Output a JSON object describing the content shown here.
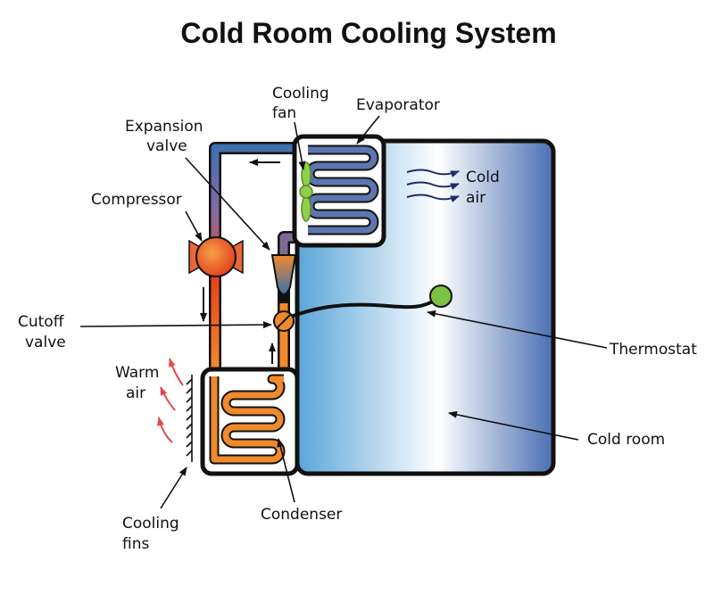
{
  "title": "Cold Room Cooling System",
  "labels": {
    "cooling_fan": [
      "Cooling",
      "fan"
    ],
    "evaporator": "Evaporator",
    "expansion_valve": [
      "Expansion",
      "valve"
    ],
    "compressor": "Compressor",
    "cold_air": [
      "Cold",
      "air"
    ],
    "cutoff_valve": [
      "Cutoff",
      "valve"
    ],
    "thermostat": "Thermostat",
    "warm_air": [
      "Warm",
      "air"
    ],
    "cold_room": "Cold room",
    "cooling_fins": [
      "Cooling",
      "fins"
    ],
    "condenser": "Condenser"
  },
  "colors": {
    "hot": "#e8421e",
    "warm": "#f08a2c",
    "cool": "#3f6fb0",
    "mid": "#7e6a93",
    "room_dark": "#4a6fb3",
    "room_light": "#f4f7fc",
    "thermostat": "#7cc242",
    "fan": "#8fd04a",
    "cold_air_arrow": "#1d2a6e",
    "warm_air_arrow": "#e24b4b"
  }
}
